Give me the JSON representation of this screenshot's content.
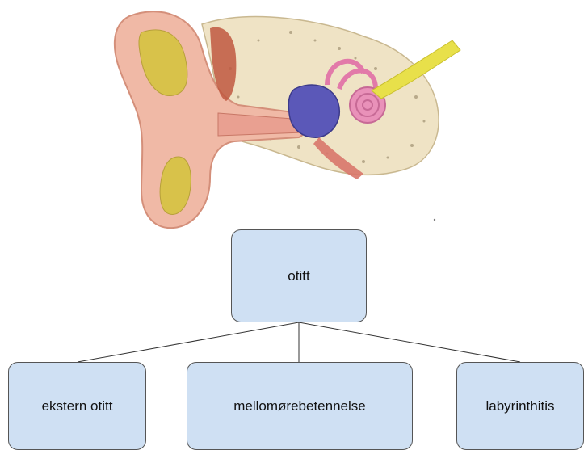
{
  "figure": {
    "icon": "ear-anatomy-illustration",
    "colors": {
      "outer_skin": "#f0b9a6",
      "bone": "#efe3c5",
      "cartilage_fat": "#d8c24a",
      "nerve": "#e8e04a",
      "ossicles": "#5b58b8",
      "cochlea": "#e991b9",
      "muscle": "#c0583f"
    }
  },
  "diagram": {
    "root": {
      "label": "otitt"
    },
    "children": [
      {
        "label": "ekstern otitt"
      },
      {
        "label": "mellomørebetennelse"
      },
      {
        "label": "labyrinthitis"
      }
    ],
    "colors": {
      "node_fill": "#cfe0f3",
      "node_border": "#555555",
      "connector": "#333333"
    }
  }
}
